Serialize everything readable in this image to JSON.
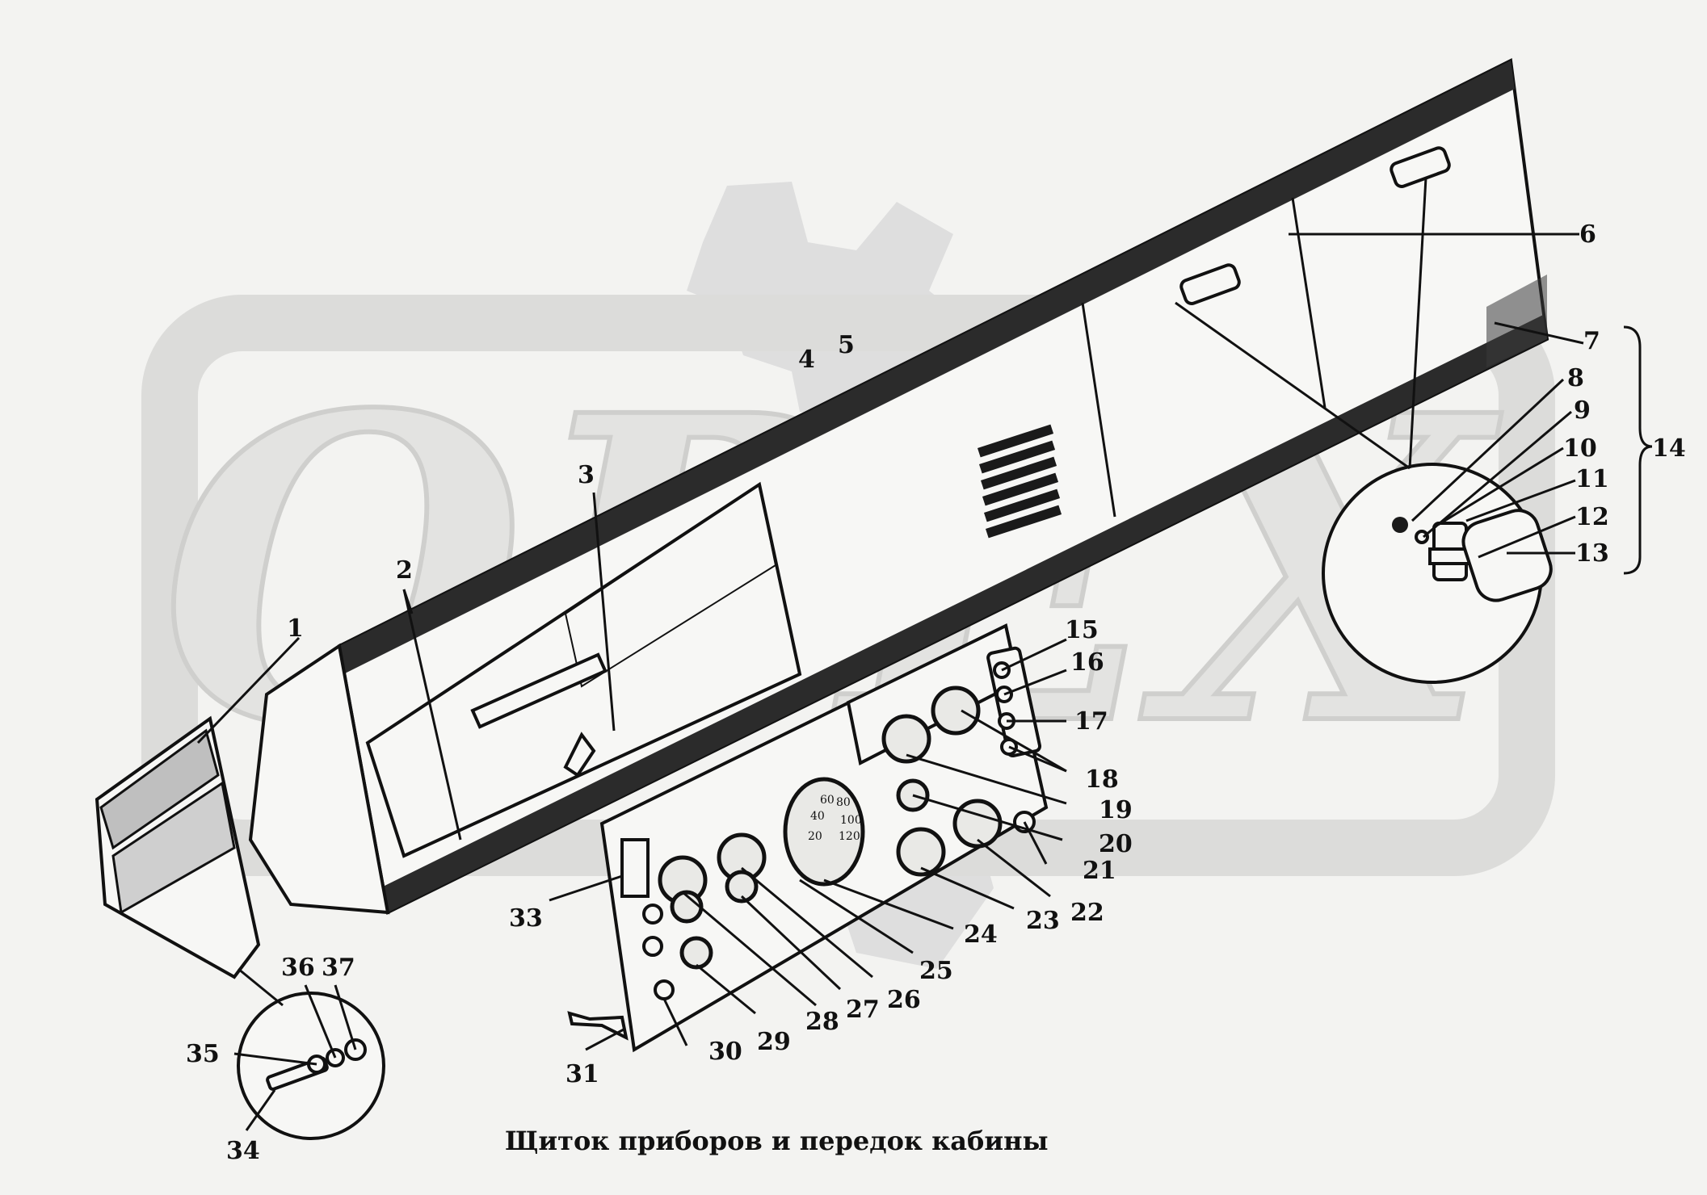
{
  "watermark": {
    "text": "ОРЕХ",
    "color": "#dcdcda"
  },
  "caption": "Щиток приборов и передок кабины",
  "callouts": [
    {
      "id": 1,
      "label": "1"
    },
    {
      "id": 2,
      "label": "2"
    },
    {
      "id": 3,
      "label": "3"
    },
    {
      "id": 4,
      "label": "4"
    },
    {
      "id": 5,
      "label": "5"
    },
    {
      "id": 6,
      "label": "6"
    },
    {
      "id": 7,
      "label": "7"
    },
    {
      "id": 8,
      "label": "8"
    },
    {
      "id": 9,
      "label": "9"
    },
    {
      "id": 10,
      "label": "10"
    },
    {
      "id": 11,
      "label": "11"
    },
    {
      "id": 12,
      "label": "12"
    },
    {
      "id": 13,
      "label": "13"
    },
    {
      "id": 14,
      "label": "14"
    },
    {
      "id": 15,
      "label": "15"
    },
    {
      "id": 16,
      "label": "16"
    },
    {
      "id": 17,
      "label": "17"
    },
    {
      "id": 18,
      "label": "18"
    },
    {
      "id": 19,
      "label": "19"
    },
    {
      "id": 20,
      "label": "20"
    },
    {
      "id": 21,
      "label": "21"
    },
    {
      "id": 22,
      "label": "22"
    },
    {
      "id": 23,
      "label": "23"
    },
    {
      "id": 24,
      "label": "24"
    },
    {
      "id": 25,
      "label": "25"
    },
    {
      "id": 26,
      "label": "26"
    },
    {
      "id": 27,
      "label": "27"
    },
    {
      "id": 28,
      "label": "28"
    },
    {
      "id": 29,
      "label": "29"
    },
    {
      "id": 30,
      "label": "30"
    },
    {
      "id": 31,
      "label": "31"
    },
    {
      "id": 33,
      "label": "33"
    },
    {
      "id": 34,
      "label": "34"
    },
    {
      "id": 35,
      "label": "35"
    },
    {
      "id": 36,
      "label": "36"
    },
    {
      "id": 37,
      "label": "37"
    }
  ],
  "speedometer_scale": [
    "20",
    "40",
    "60",
    "80",
    "100",
    "120"
  ]
}
